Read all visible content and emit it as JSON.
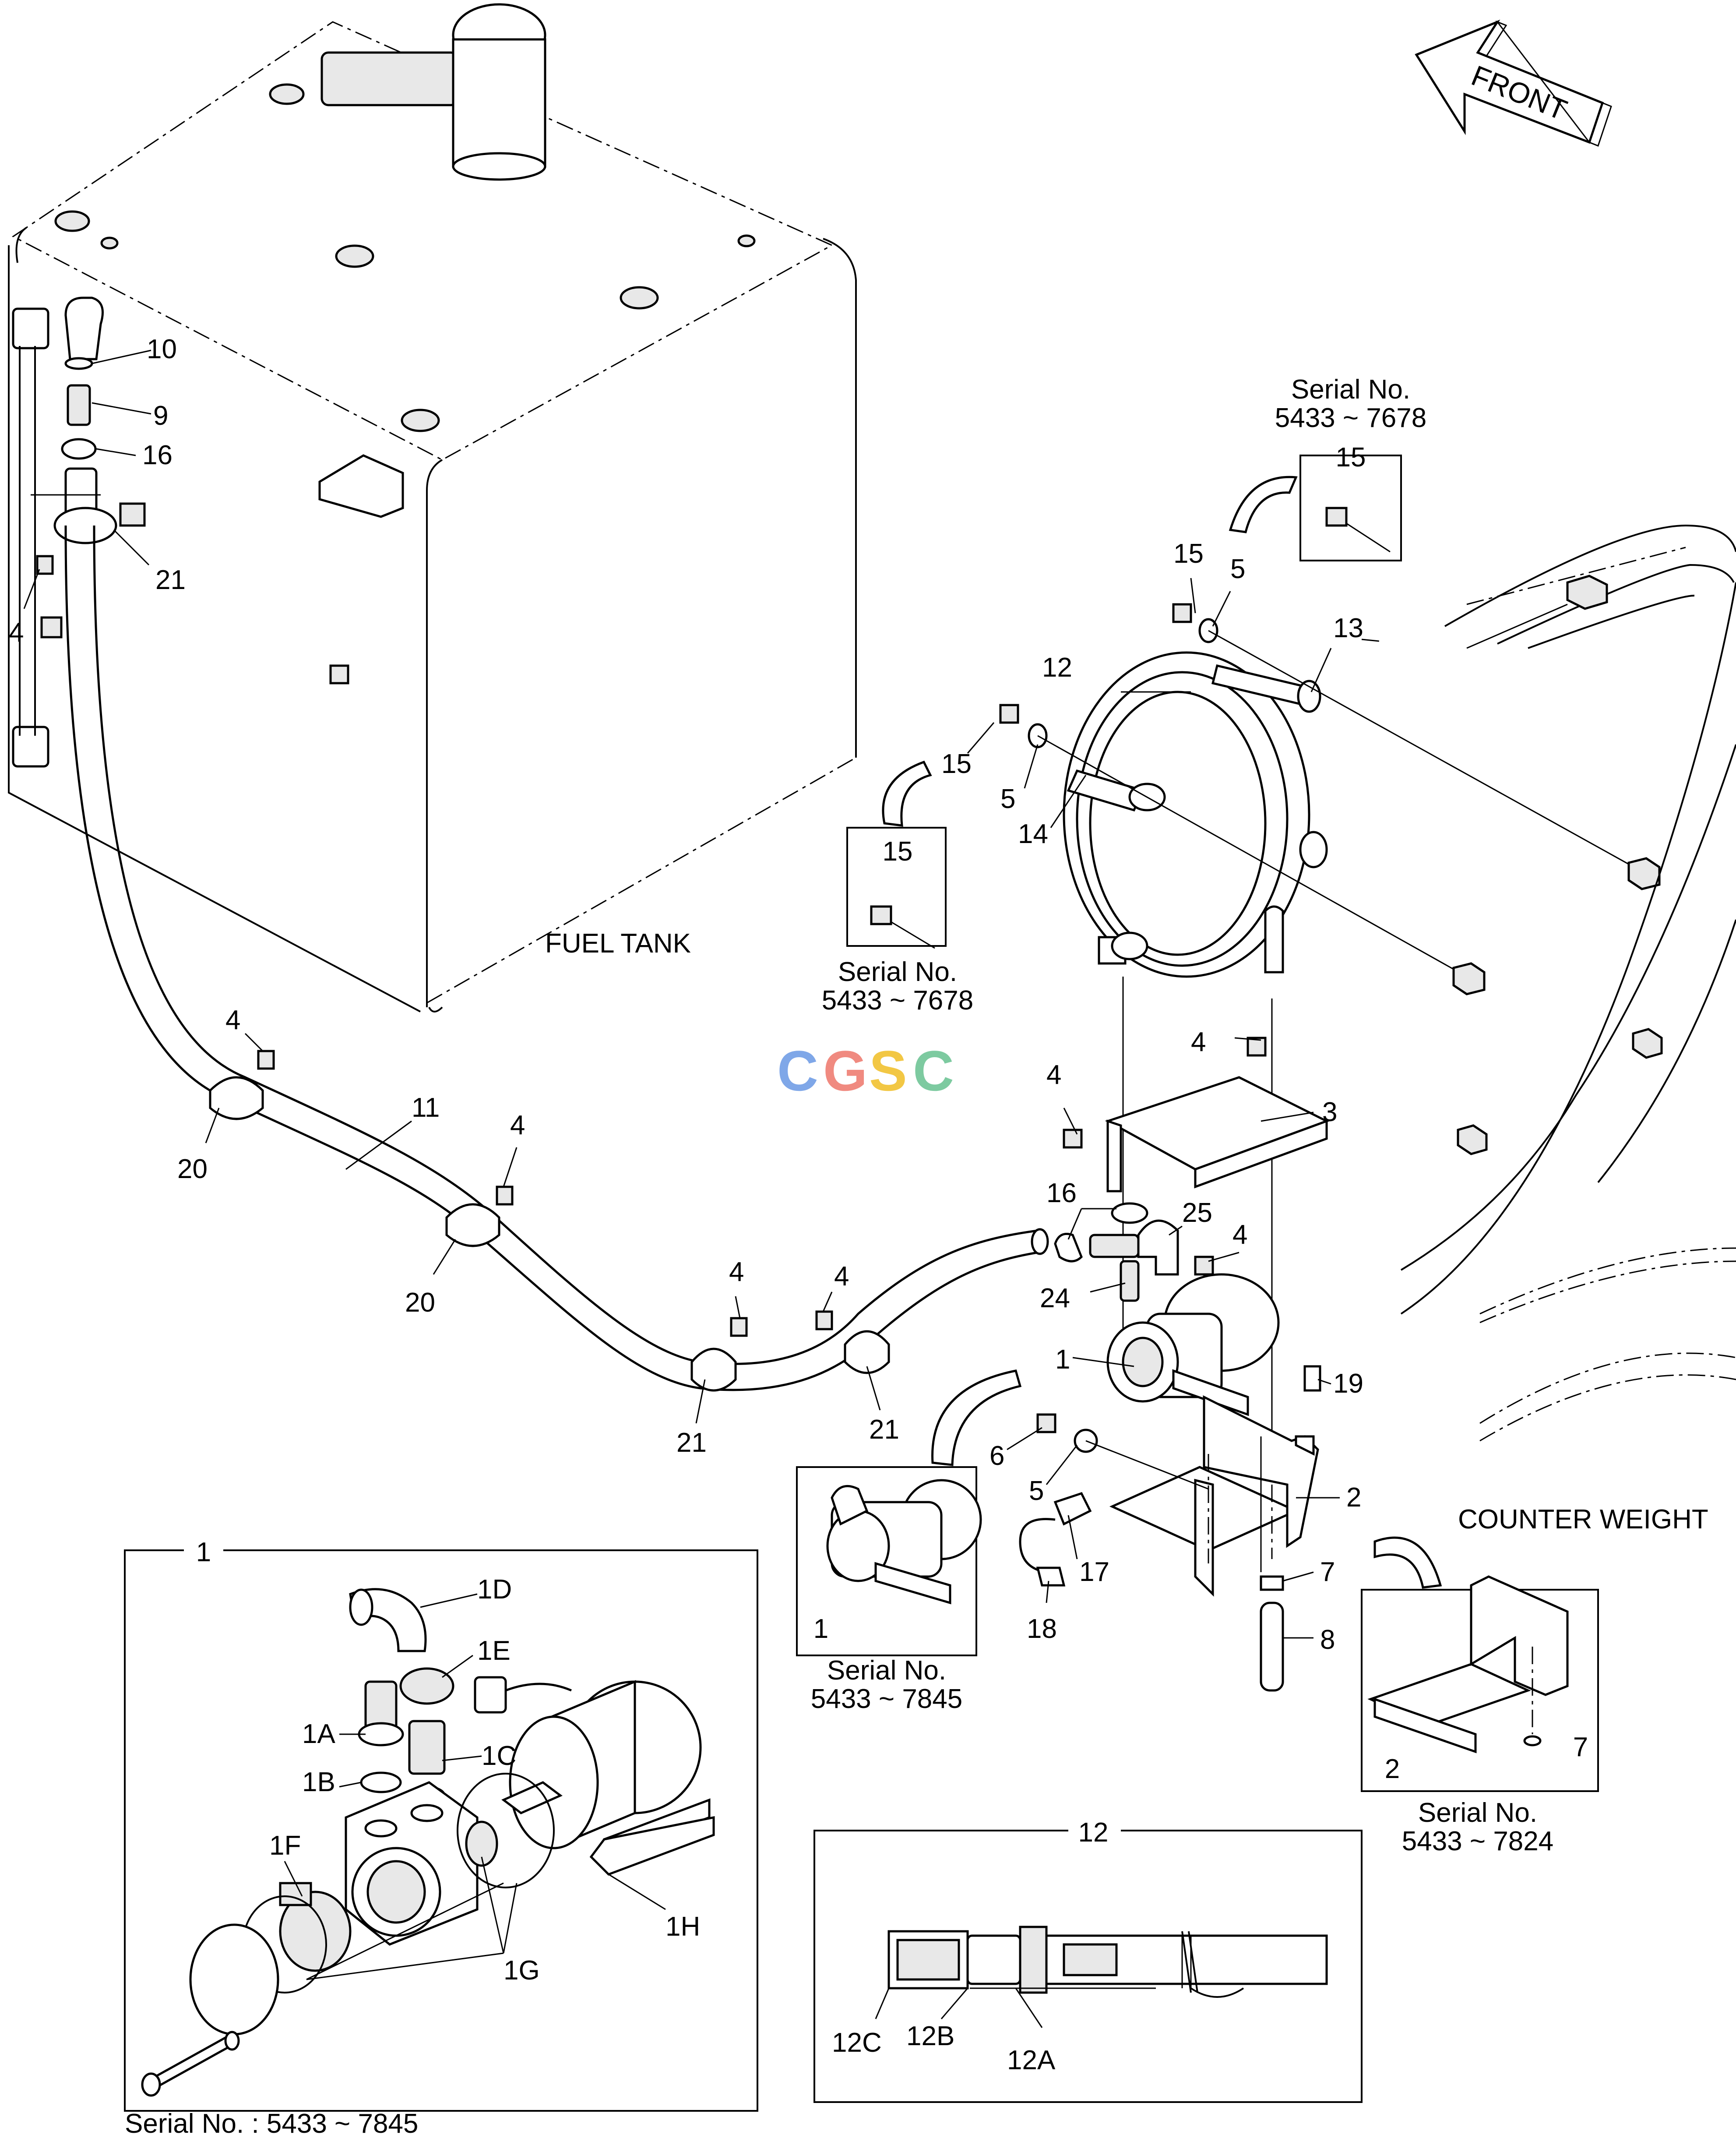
{
  "labels": {
    "fuel_tank": "FUEL TANK",
    "counter_weight": "COUNTER WEIGHT",
    "front": "FRONT",
    "watermark_letters": [
      "C",
      "G",
      "S",
      "C"
    ]
  },
  "serials": {
    "top_right_1": "Serial No.",
    "top_right_2": "5433 ~ 7678",
    "mid_left_1": "Serial No.",
    "mid_left_2": "5433 ~ 7678",
    "pump_1": "Serial No.",
    "pump_2": "5433 ~ 7845",
    "bracket_1": "Serial No.",
    "bracket_2": "5433 ~ 7824",
    "detail1": "Serial No. : 5433 ~ 7845"
  },
  "callouts": {
    "c10": "10",
    "c9": "9",
    "c16a": "16",
    "c21a": "21",
    "c4a": "4",
    "c15a": "15",
    "c5a": "5",
    "c13": "13",
    "c12": "12",
    "c15b": "15",
    "c5b": "5",
    "c14": "14",
    "c15box1": "15",
    "c15box2": "15",
    "c4b": "4",
    "c3": "3",
    "c4c": "4",
    "c16b": "16",
    "c25": "25",
    "c24": "24",
    "c4d": "4",
    "c1": "1",
    "c19": "19",
    "c6": "6",
    "c5c": "5",
    "c2": "2",
    "c17": "17",
    "c18": "18",
    "c7": "7",
    "c8": "8",
    "c4e": "4",
    "c11": "11",
    "c20a": "20",
    "c4f": "4",
    "c20b": "20",
    "c4g": "4",
    "c4h": "4",
    "c21b": "21",
    "c21c": "21",
    "c1box": "1",
    "c2box": "2",
    "c7box": "7"
  },
  "detail1": {
    "title": "1",
    "parts": [
      "1D",
      "1E",
      "1A",
      "1B",
      "1C",
      "1F",
      "1G",
      "1H"
    ]
  },
  "detail12": {
    "title": "12",
    "parts": [
      "12C",
      "12B",
      "12A"
    ]
  },
  "colors": {
    "cg_blue": "#7fa7e8",
    "cg_red": "#f08a80",
    "cg_yellow": "#f2c744",
    "cg_green": "#7dcaa0"
  }
}
